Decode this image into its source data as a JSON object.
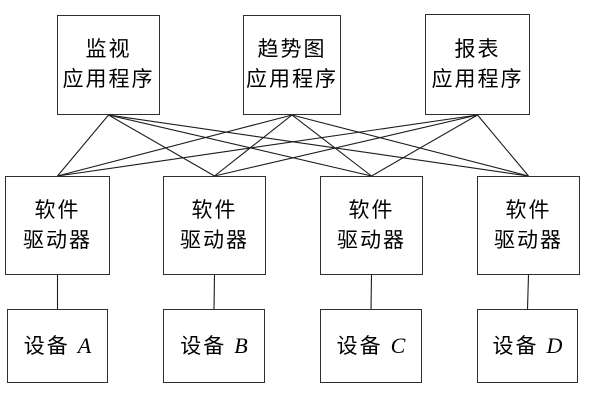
{
  "colors": {
    "background": "#ffffff",
    "box_border": "#2e2e2e",
    "line": "#1c1c1c",
    "text": "#000000"
  },
  "apps": [
    {
      "line1": "监视",
      "line2": "应用程序"
    },
    {
      "line1": "趋势图",
      "line2": "应用程序"
    },
    {
      "line1": "报表",
      "line2": "应用程序"
    }
  ],
  "drivers": [
    {
      "line1": "软件",
      "line2": "驱动器"
    },
    {
      "line1": "软件",
      "line2": "驱动器"
    },
    {
      "line1": "软件",
      "line2": "驱动器"
    },
    {
      "line1": "软件",
      "line2": "驱动器"
    }
  ],
  "devices": [
    {
      "name": "设备",
      "letter": "A"
    },
    {
      "name": "设备",
      "letter": "B"
    },
    {
      "name": "设备",
      "letter": "C"
    },
    {
      "name": "设备",
      "letter": "D"
    }
  ],
  "edges": {
    "app_to_driver": [
      [
        0,
        0
      ],
      [
        0,
        1
      ],
      [
        0,
        2
      ],
      [
        0,
        3
      ],
      [
        1,
        0
      ],
      [
        1,
        1
      ],
      [
        1,
        2
      ],
      [
        1,
        3
      ],
      [
        2,
        0
      ],
      [
        2,
        1
      ],
      [
        2,
        2
      ],
      [
        2,
        3
      ]
    ],
    "driver_to_device": [
      [
        0,
        0
      ],
      [
        1,
        1
      ],
      [
        2,
        2
      ],
      [
        3,
        3
      ]
    ]
  }
}
